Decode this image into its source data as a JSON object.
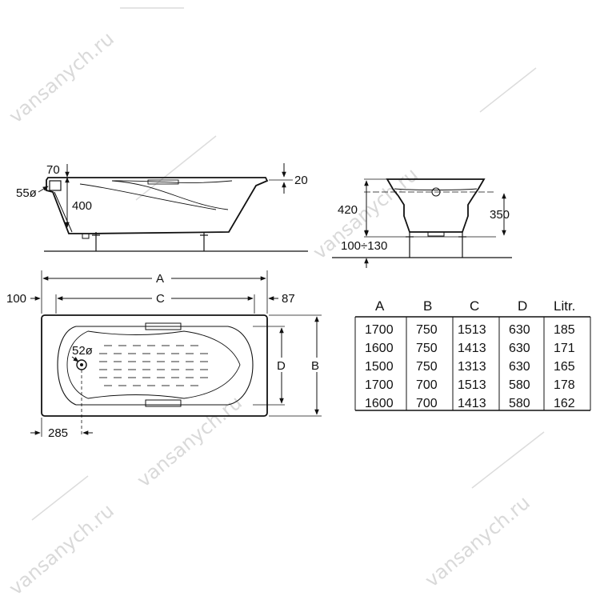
{
  "watermark": {
    "text": "vansanych.ru"
  },
  "side_view": {
    "dims": {
      "rim": "70",
      "overflow_dia": "55ø",
      "depth": "400",
      "edge": "20"
    }
  },
  "end_view": {
    "dims": {
      "height": "420",
      "inner": "350",
      "legs": "100÷130"
    }
  },
  "top_view": {
    "dims": {
      "left": "100",
      "a": "A",
      "c": "C",
      "right": "87",
      "drain": "52ø",
      "d": "D",
      "b": "B",
      "drain_offset": "285"
    }
  },
  "table": {
    "headers": [
      "A",
      "B",
      "C",
      "D",
      "Litr."
    ],
    "rows": [
      [
        "1700",
        "750",
        "1513",
        "630",
        "185"
      ],
      [
        "1600",
        "750",
        "1413",
        "630",
        "171"
      ],
      [
        "1500",
        "750",
        "1313",
        "630",
        "165"
      ],
      [
        "1700",
        "700",
        "1513",
        "580",
        "178"
      ],
      [
        "1600",
        "700",
        "1413",
        "580",
        "162"
      ]
    ]
  }
}
